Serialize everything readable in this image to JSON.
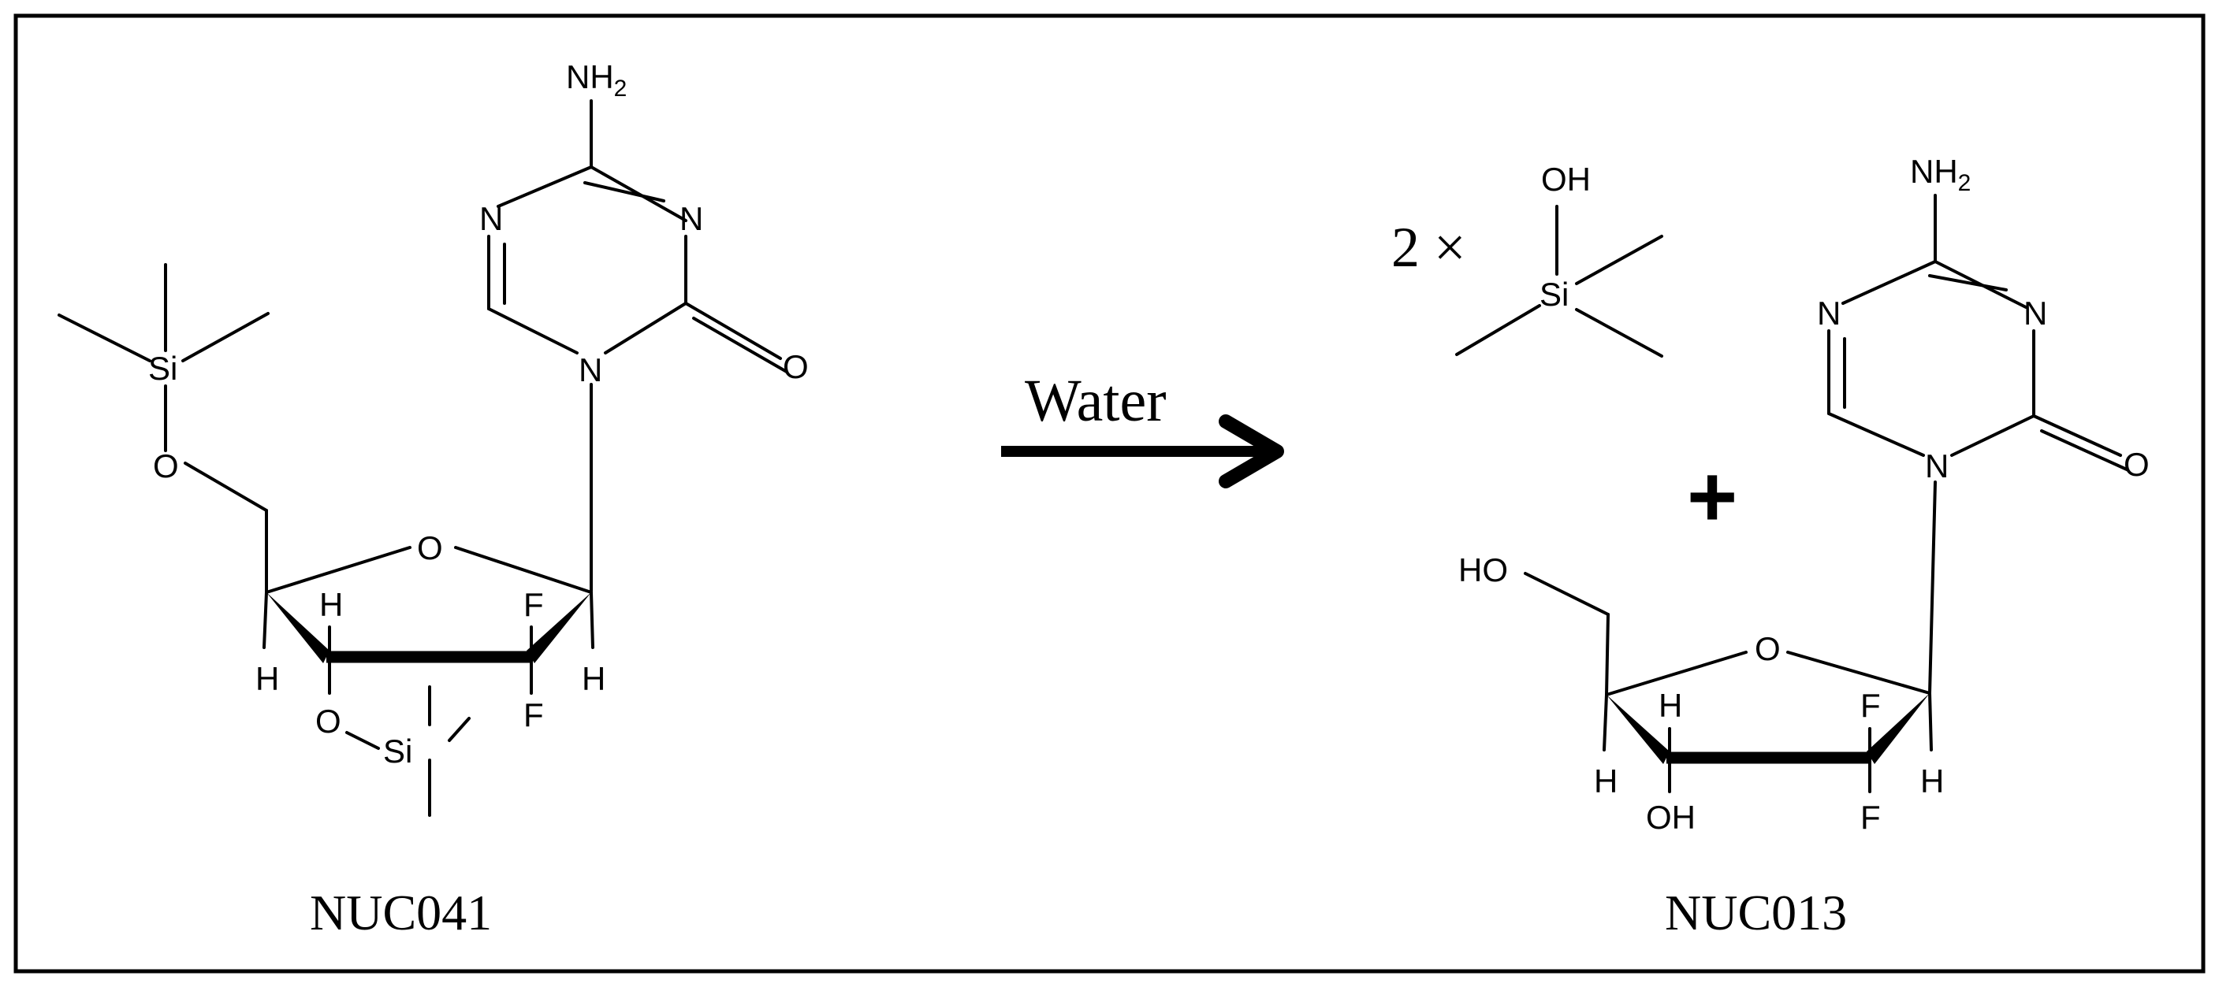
{
  "reaction": {
    "condition": "Water",
    "multiplier": "2 ×",
    "plus": "+"
  },
  "reactant": {
    "name": "NUC041",
    "atoms": {
      "nh2": "NH",
      "nh2_sub": "2",
      "ring_n_left": "N",
      "ring_n_right": "N",
      "ring_n1": "N",
      "carbonyl_o": "O",
      "sugar_o": "O",
      "o5": "O",
      "si_top": "Si",
      "o3": "O",
      "si_bottom": "Si",
      "f_up": "F",
      "f_down": "F",
      "h_c3": "H",
      "h_c4": "H",
      "h_c1": "H"
    }
  },
  "byproduct": {
    "atoms": {
      "oh": "OH",
      "si": "Si"
    }
  },
  "product": {
    "name": "NUC013",
    "atoms": {
      "nh2": "NH",
      "nh2_sub": "2",
      "ring_n_left": "N",
      "ring_n_right": "N",
      "ring_n1": "N",
      "carbonyl_o": "O",
      "sugar_o": "O",
      "ho5": "HO",
      "oh3": "OH",
      "f_up": "F",
      "f_down": "F",
      "h_c3": "H",
      "h_c4": "H",
      "h_c1": "H"
    }
  }
}
